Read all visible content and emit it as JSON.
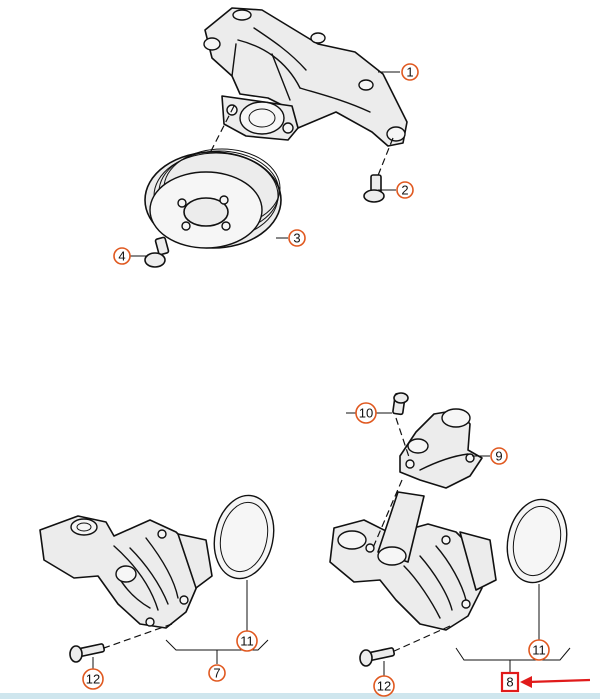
{
  "callouts": {
    "c1": "1",
    "c2": "2",
    "c3": "3",
    "c4": "4",
    "c7": "7",
    "c8": "8",
    "c9": "9",
    "c10": "10",
    "c11_left": "11",
    "c11_right": "11",
    "c12_left": "12",
    "c12_right": "12"
  },
  "colors": {
    "callout_ring": "#e0581f",
    "highlight": "#e01b1b",
    "band": "#cfe6ee"
  },
  "highlighted_item": "8"
}
